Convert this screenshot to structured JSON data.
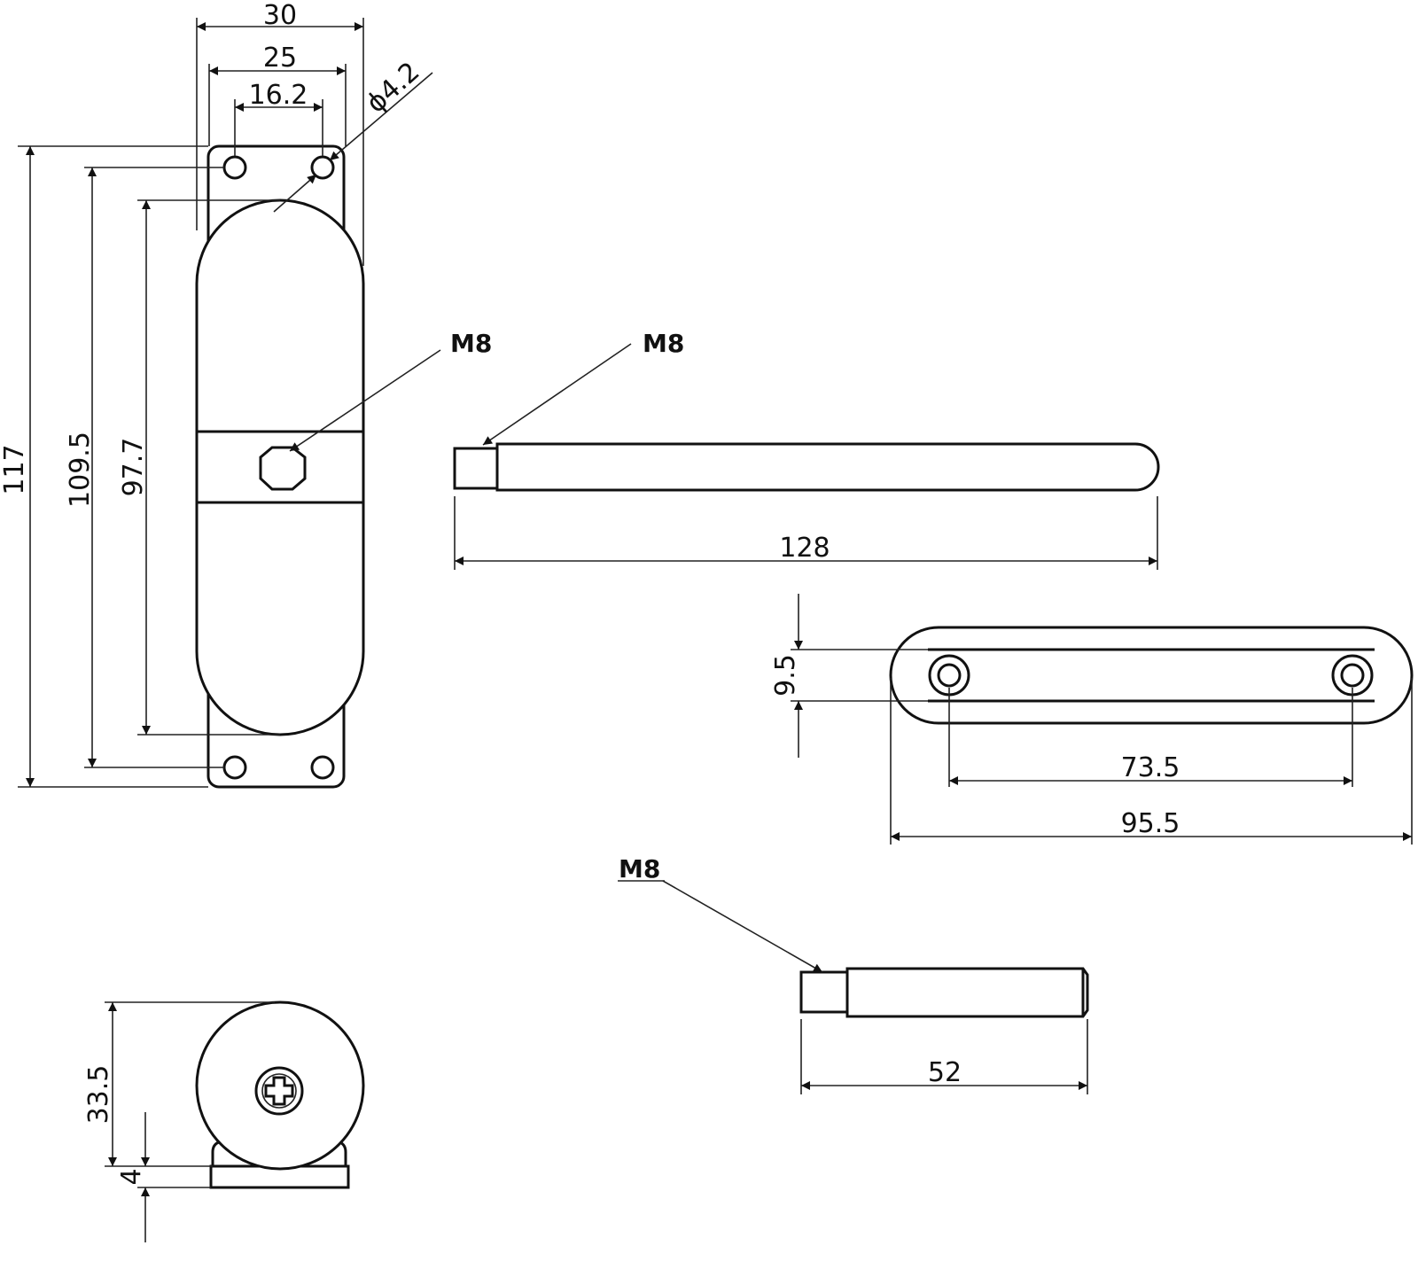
{
  "front_view": {
    "dim_width_overall": "30",
    "dim_hole_spacing_outer": "25",
    "dim_hole_spacing_inner": "16.2",
    "dim_hole_diameter": "ϕ4.2",
    "dim_height_overall": "117",
    "dim_hole_center_height": "109.5",
    "dim_body_height": "97.7",
    "shaft_label": "M8"
  },
  "arm_side_view": {
    "thread_label": "M8",
    "dim_length": "128"
  },
  "arm_top_view": {
    "dim_width": "9.5",
    "dim_hole_spacing": "73.5",
    "dim_length": "95.5"
  },
  "end_view": {
    "dim_height": "33.5",
    "dim_base_thickness": "4"
  },
  "short_shaft": {
    "thread_label": "M8",
    "dim_length": "52"
  }
}
